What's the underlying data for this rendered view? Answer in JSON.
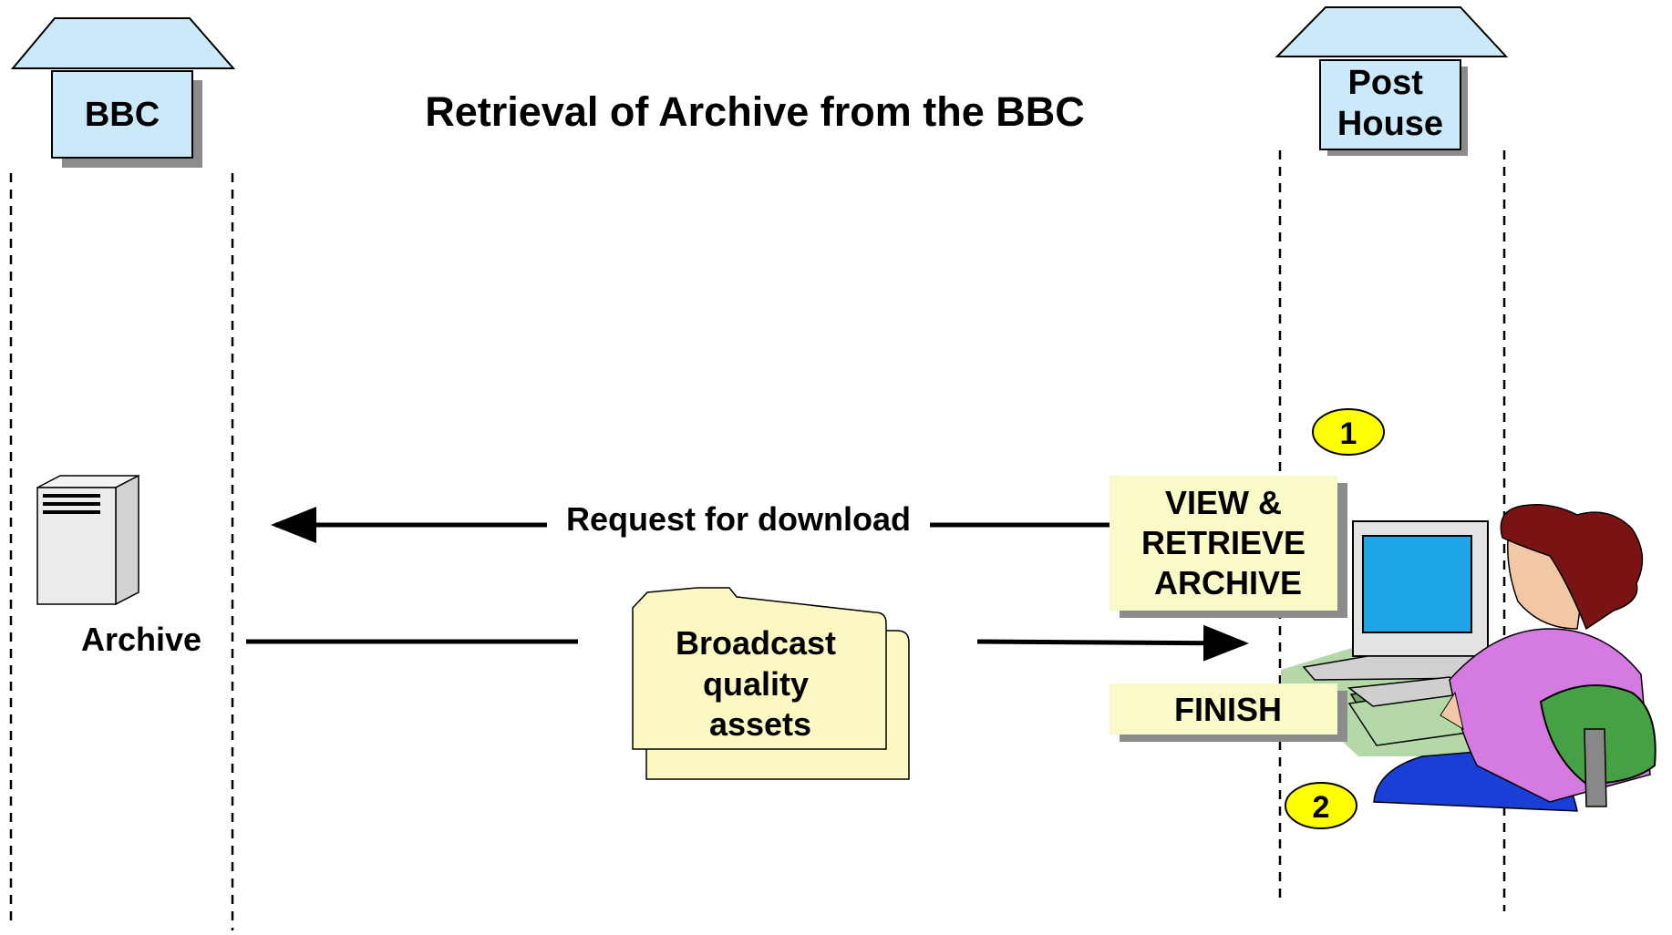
{
  "title": "Retrieval of Archive from the BBC",
  "parties": {
    "left": {
      "lines": [
        "BBC"
      ]
    },
    "right": {
      "lines": [
        "Post",
        "House"
      ]
    }
  },
  "archive": {
    "label": "Archive"
  },
  "messages": {
    "request": "Request for download",
    "assets": {
      "lines": [
        "Broadcast",
        "quality",
        "assets"
      ]
    }
  },
  "actions": {
    "view_retrieve": {
      "lines": [
        "VIEW &",
        "RETRIEVE",
        "ARCHIVE"
      ]
    },
    "finish": "FINISH"
  },
  "steps": [
    "1",
    "2"
  ],
  "colors": {
    "house_fill": "#cce9fa",
    "note_fill": "#fafac8",
    "folder_fill": "#fbf8c3",
    "step_fill": "#ffff00",
    "shadow": "#8c8c8c",
    "screen": "#1ea6e8",
    "shirt": "#d57ae0",
    "hair": "#7a1414",
    "chair": "#46a044",
    "skirt": "#1a3fd6"
  },
  "icons": [
    "house-icon",
    "server-icon",
    "folder-icon",
    "person-at-computer-icon",
    "arrow-left-icon",
    "arrow-right-icon"
  ]
}
